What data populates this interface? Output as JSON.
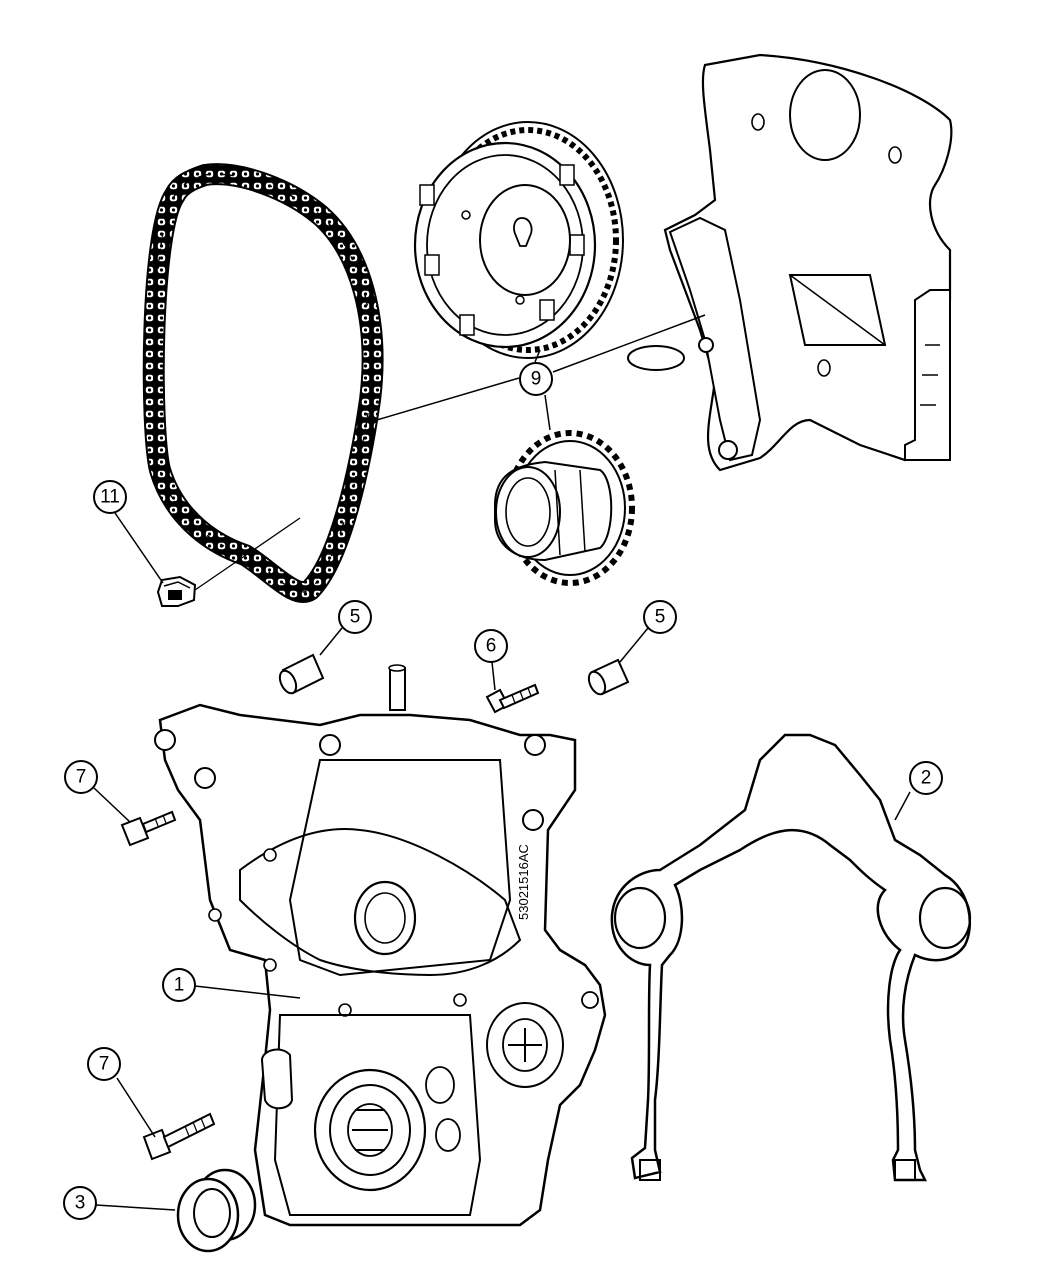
{
  "diagram": {
    "background": "#ffffff",
    "ink": "#000000",
    "callouts": [
      {
        "id": "c11",
        "label": "11"
      },
      {
        "id": "c9",
        "label": "9"
      },
      {
        "id": "c5a",
        "label": "5"
      },
      {
        "id": "c6",
        "label": "6"
      },
      {
        "id": "c5b",
        "label": "5"
      },
      {
        "id": "c7a",
        "label": "7"
      },
      {
        "id": "c2",
        "label": "2"
      },
      {
        "id": "c1",
        "label": "1"
      },
      {
        "id": "c7b",
        "label": "7"
      },
      {
        "id": "c3",
        "label": "3"
      }
    ],
    "casting_stamp": "53021516AC"
  }
}
